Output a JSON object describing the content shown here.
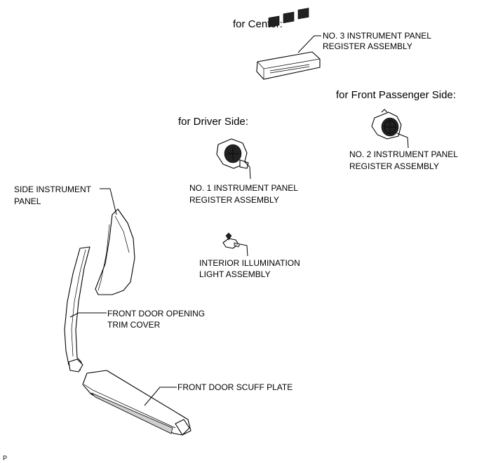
{
  "headers": {
    "center": "for Center:",
    "passenger": "for Front Passenger Side:",
    "driver": "for Driver Side:"
  },
  "labels": {
    "no3_line1": "NO. 3 INSTRUMENT PANEL",
    "no3_line2": "REGISTER ASSEMBLY",
    "no2_line1": "NO. 2 INSTRUMENT PANEL",
    "no2_line2": "REGISTER ASSEMBLY",
    "no1_line1": "NO. 1 INSTRUMENT PANEL",
    "no1_line2": "REGISTER ASSEMBLY",
    "side_panel_line1": "SIDE INSTRUMENT",
    "side_panel_line2": "PANEL",
    "illum_line1": "INTERIOR ILLUMINATION",
    "illum_line2": "LIGHT ASSEMBLY",
    "trim_line1": "FRONT DOOR OPENING",
    "trim_line2": "TRIM COVER",
    "scuff": "FRONT DOOR SCUFF PLATE"
  },
  "corner_mark": "P"
}
